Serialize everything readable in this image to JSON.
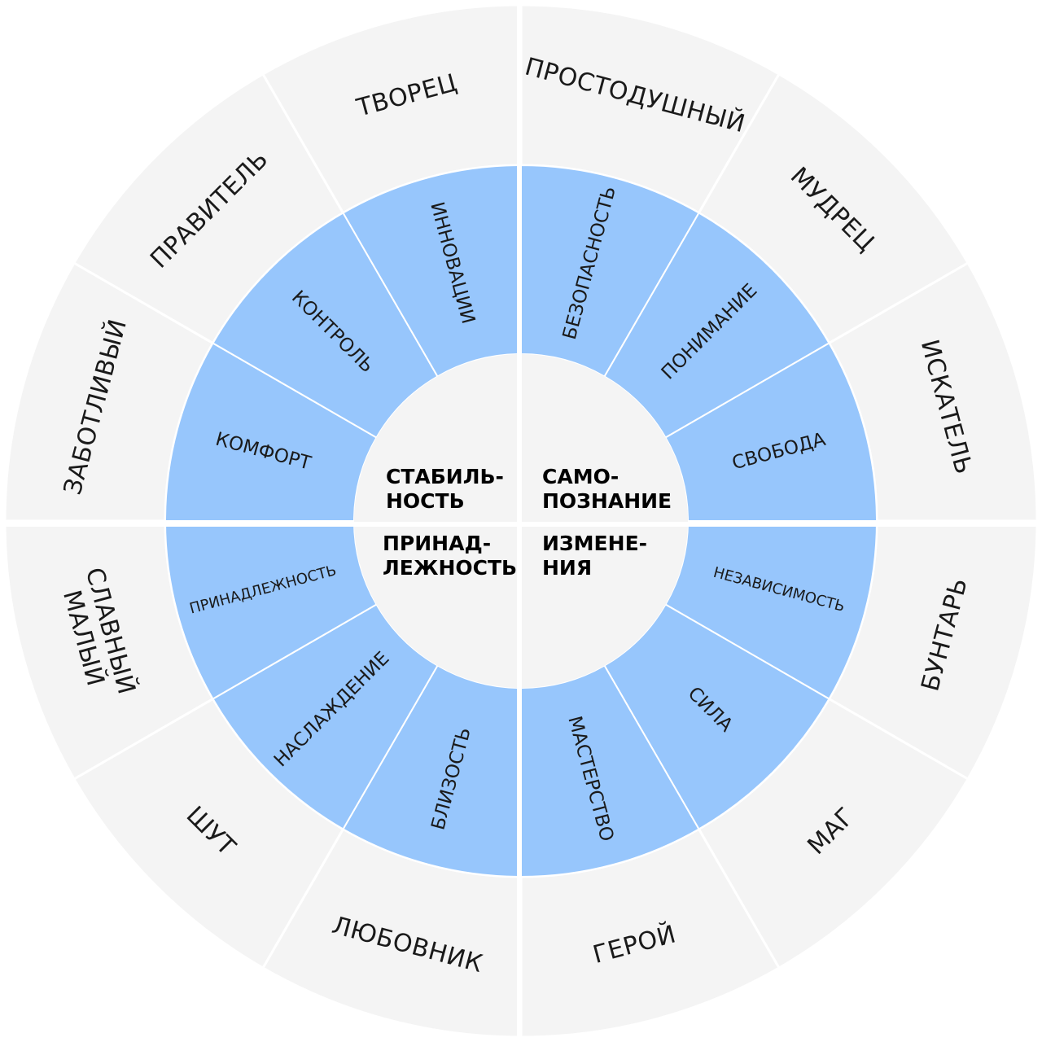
{
  "colors": {
    "outer_ring": "#f4f4f4",
    "inner_ring": "#97c6fc",
    "core": "#f4f4f4",
    "separator": "#ffffff",
    "text": "#1a1a1a"
  },
  "outer_ring": [
    "ПРОСТОДУШНЫЙ",
    "МУДРЕЦ",
    "ИСКАТЕЛЬ",
    "БУНТАРЬ",
    "МАГ",
    "ГЕРОЙ",
    "ЛЮБОВНИК",
    "ШУТ",
    [
      "СЛАВНЫЙ",
      "МАЛЫЙ"
    ],
    "ЗАБОТЛИВЫЙ",
    "ПРАВИТЕЛЬ",
    "ТВОРЕЦ"
  ],
  "inner_ring": [
    "БЕЗОПАСНОСТЬ",
    "ПОНИМАНИЕ",
    "СВОБОДА",
    "НЕЗАВИСИМОСТЬ",
    "СИЛА",
    "МАСТЕРСТВО",
    "БЛИЗОСТЬ",
    "НАСЛАЖДЕНИЕ",
    "ПРИНАДЛЕЖНОСТЬ",
    "КОМФОРТ",
    "КОНТРОЛЬ",
    "ИННОВАЦИИ"
  ],
  "core_quadrants": [
    [
      "САМО-",
      "ПОЗНАНИЕ"
    ],
    [
      "ИЗМЕНЕ-",
      "НИЯ"
    ],
    [
      "ПРИНАД-",
      "ЛЕЖНОСТЬ"
    ],
    [
      "СТАБИЛЬ-",
      "НОСТЬ"
    ]
  ]
}
